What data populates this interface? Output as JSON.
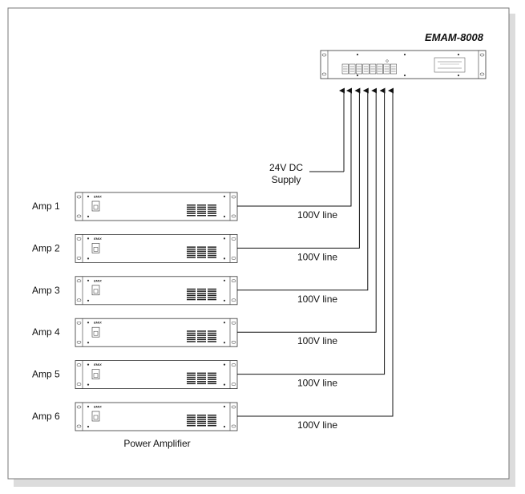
{
  "controller": {
    "model": "EMAM-8008"
  },
  "supply": {
    "line1": "24V DC",
    "line2": "Supply"
  },
  "amplifiers": [
    {
      "label": "Amp 1",
      "brand": "EMIX",
      "line_label": "100V line"
    },
    {
      "label": "Amp 2",
      "brand": "EMIX",
      "line_label": "100V line"
    },
    {
      "label": "Amp 3",
      "brand": "EMIX",
      "line_label": "100V line"
    },
    {
      "label": "Amp 4",
      "brand": "EMIX",
      "line_label": "100V line"
    },
    {
      "label": "Amp 5",
      "brand": "EMIX",
      "line_label": "100V line"
    },
    {
      "label": "Amp 6",
      "brand": "EMIX",
      "line_label": "100V line"
    }
  ],
  "footer": {
    "caption": "Power Amplifier"
  }
}
